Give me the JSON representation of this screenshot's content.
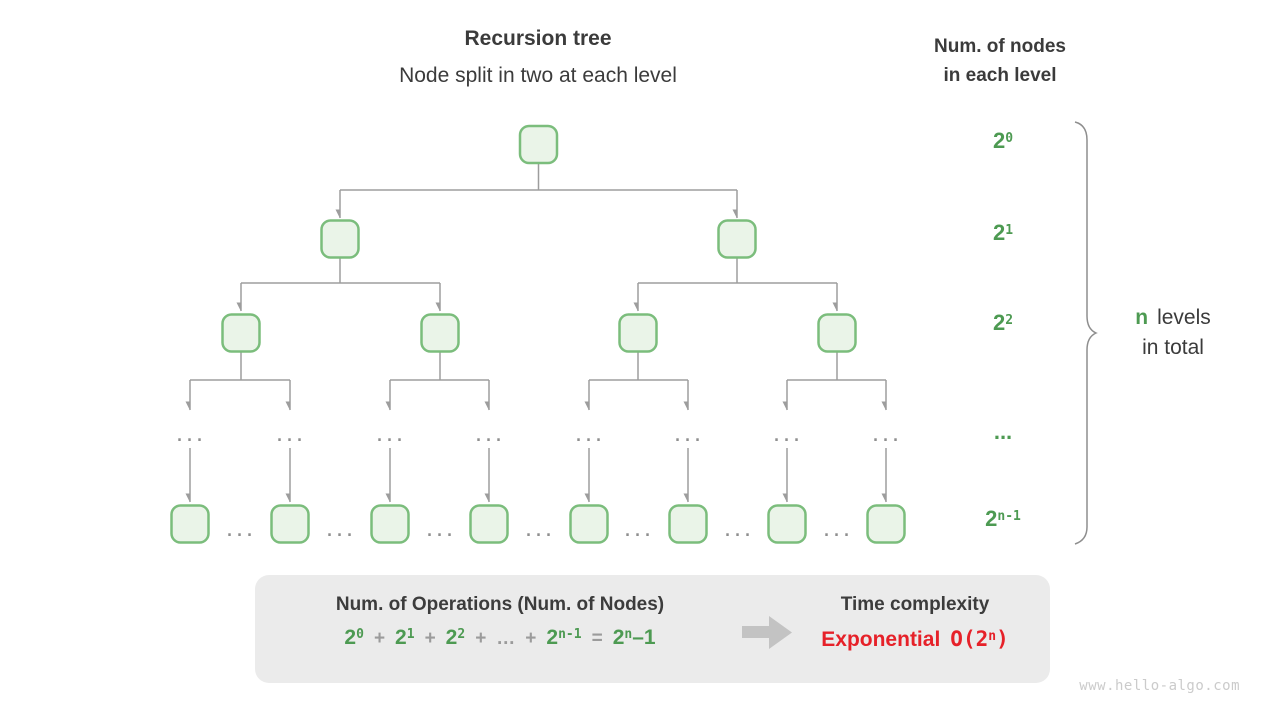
{
  "header": {
    "title": "Recursion tree",
    "subtitle": "Node split in two at each level",
    "right_line1": "Num. of nodes",
    "right_line2": "in each level"
  },
  "tree": {
    "ellipsis": "...",
    "levels_shown": 5,
    "bottom_nodes_shown": 8
  },
  "level_labels": [
    {
      "base": "2",
      "sup": "0"
    },
    {
      "base": "2",
      "sup": "1"
    },
    {
      "base": "2",
      "sup": "2"
    },
    {
      "base": "...",
      "sup": ""
    },
    {
      "base": "2",
      "sup": "n-1"
    }
  ],
  "brace_label": {
    "n": "n",
    "levels": "levels",
    "line2": "in total"
  },
  "box": {
    "heading": "Num. of Operations (Num. of Nodes)",
    "formula": {
      "t0": {
        "base": "2",
        "sup": "0"
      },
      "t1": {
        "base": "2",
        "sup": "1"
      },
      "t2": {
        "base": "2",
        "sup": "2"
      },
      "t3": {
        "base": "2",
        "sup": "n-1"
      },
      "plus": "+",
      "dots": "…",
      "equals": "=",
      "result": {
        "base": "2",
        "sup": "n",
        "suffix": "–1"
      }
    },
    "time_title": "Time complexity",
    "exponential": "Exponential",
    "o_open": "O(2",
    "o_sup": "n",
    "o_close": ")"
  },
  "watermark": "www.hello-algo.com",
  "colors": {
    "green": "#4d9a52",
    "red": "#e62129",
    "node_fill": "#eaf4e8",
    "node_border": "#7bbd7c",
    "connector_gray": "#9d9d9d",
    "box_bg": "#ebebeb",
    "dark_text": "#3b3b3b",
    "arrow_icon_gray": "#c3c3c3"
  }
}
